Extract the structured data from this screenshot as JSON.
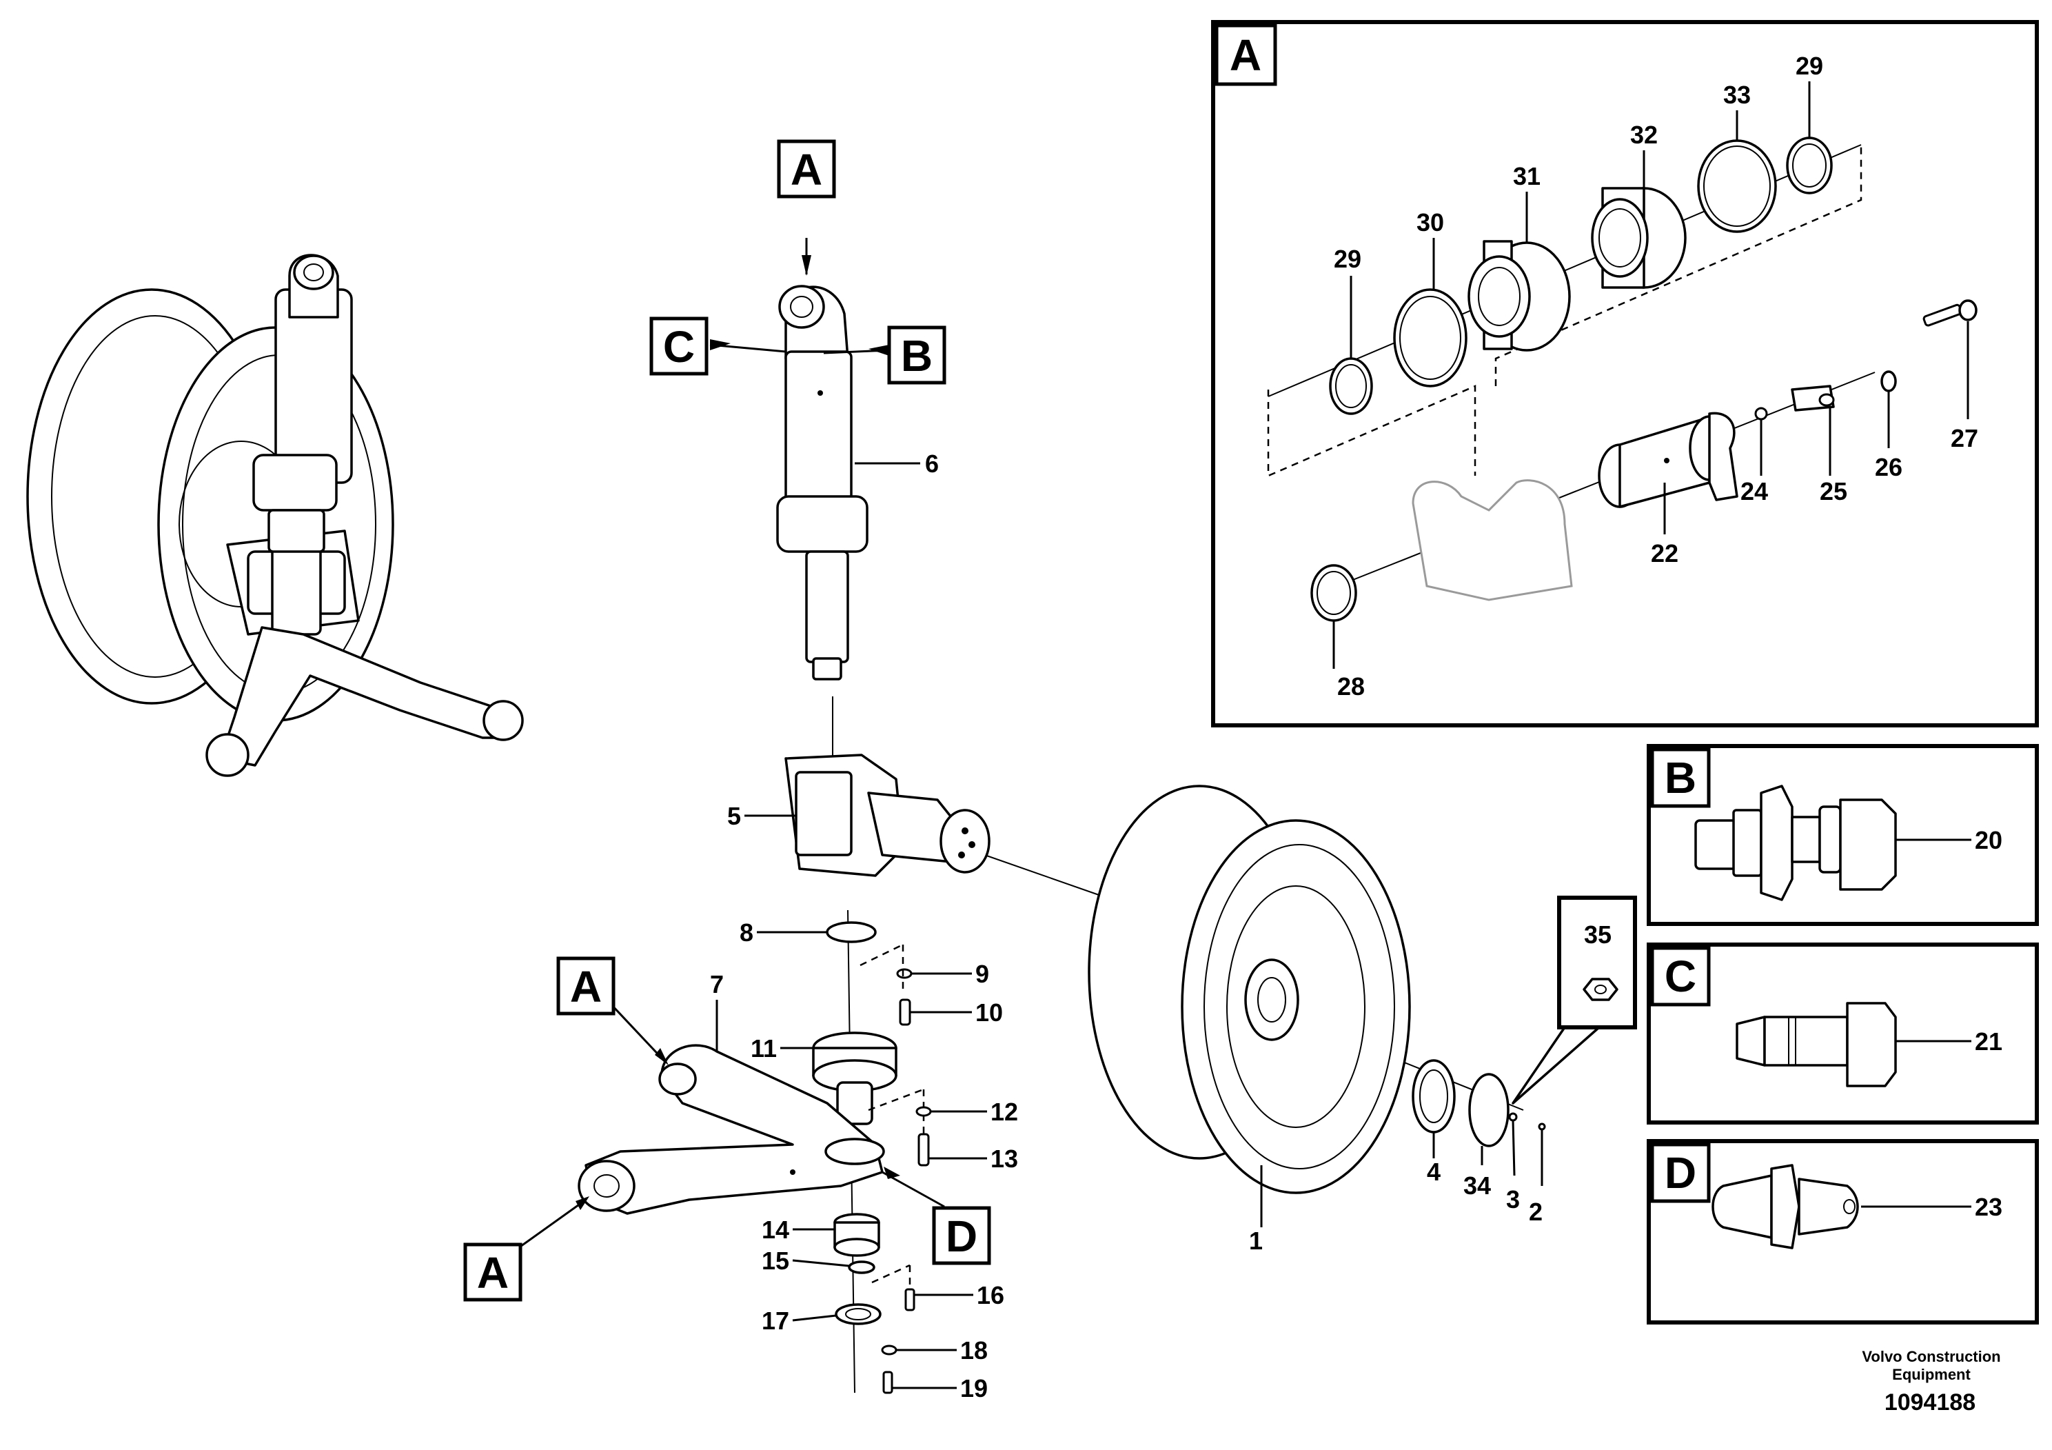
{
  "diagram": {
    "part_labels": {
      "p1": "1",
      "p2": "2",
      "p3": "3",
      "p4": "4",
      "p5": "5",
      "p6": "6",
      "p7": "7",
      "p8": "8",
      "p9": "9",
      "p10": "10",
      "p11": "11",
      "p12": "12",
      "p13": "13",
      "p14": "14",
      "p15": "15",
      "p16": "16",
      "p17": "17",
      "p18": "18",
      "p19": "19",
      "p20": "20",
      "p21": "21",
      "p22": "22",
      "p23": "23",
      "p24": "24",
      "p25": "25",
      "p26": "26",
      "p27": "27",
      "p28": "28",
      "p29a": "29",
      "p29b": "29",
      "p30": "30",
      "p31": "31",
      "p32": "32",
      "p33": "33",
      "p34": "34",
      "p35": "35"
    },
    "detail_labels": {
      "a_top": "A",
      "a_arm_upper": "A",
      "a_arm_lower": "A",
      "b_ref": "B",
      "c_ref": "C",
      "d_ref": "D",
      "a_panel": "A",
      "b_panel": "B",
      "c_panel": "C",
      "d_panel": "D"
    },
    "footer": {
      "company_line1": "Volvo Construction",
      "company_line2": "Equipment",
      "document_number": "1094188"
    }
  }
}
